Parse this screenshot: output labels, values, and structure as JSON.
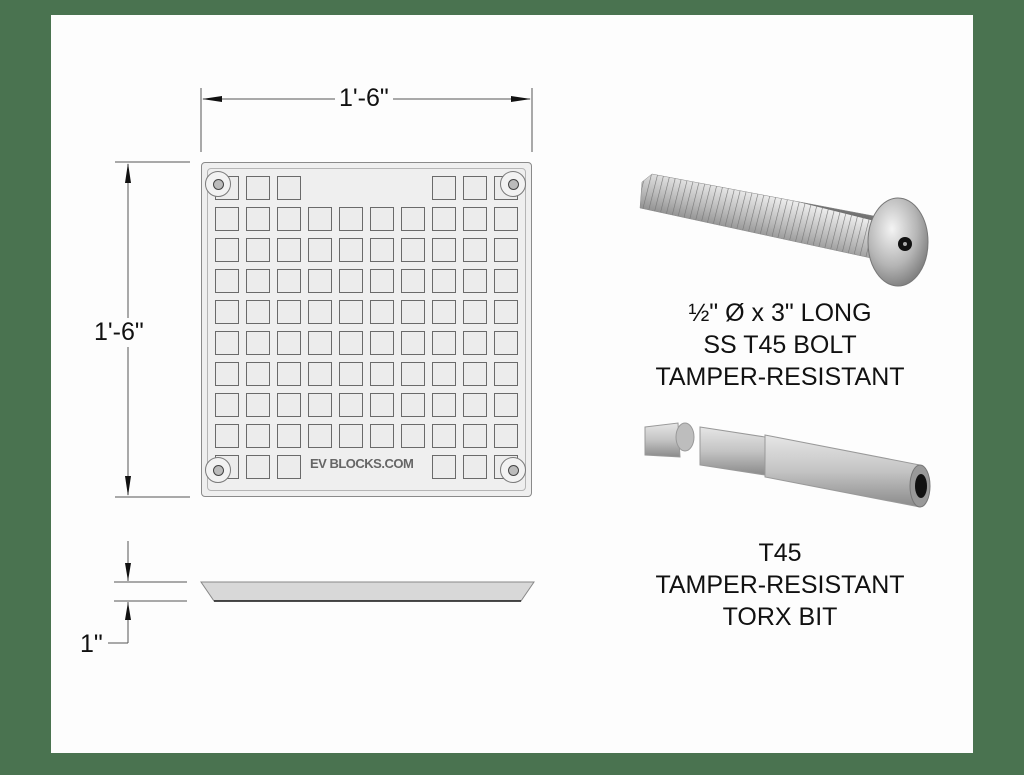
{
  "colors": {
    "background": "#4a7350",
    "panel": "#fdfdfd",
    "plate": "#efefef",
    "text": "#111111"
  },
  "top_view": {
    "width_dimension": "1'-6\"",
    "height_dimension": "1'-6\"",
    "grid": {
      "columns": 10,
      "rows": 10,
      "corner_bolt_holes": 4
    },
    "logo_text": "EV BLOCKS.COM"
  },
  "side_view": {
    "thickness_dimension": "1\""
  },
  "bolt": {
    "icon": "tamper-resistant-bolt-icon",
    "lines": [
      "½\" Ø x 3\" LONG",
      "SS T45 BOLT",
      "TAMPER-RESISTANT"
    ]
  },
  "bit": {
    "icon": "torx-bit-icon",
    "lines": [
      "T45",
      "TAMPER-RESISTANT",
      "TORX BIT"
    ]
  }
}
